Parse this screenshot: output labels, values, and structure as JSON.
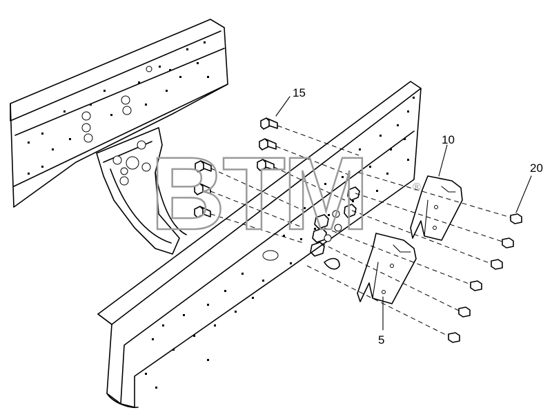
{
  "watermark": {
    "text": "BTM",
    "registered_mark": "®"
  },
  "callouts": [
    {
      "id": "c15",
      "label": "15"
    },
    {
      "id": "c10",
      "label": "10"
    },
    {
      "id": "c20",
      "label": "20"
    },
    {
      "id": "c5",
      "label": "5"
    }
  ]
}
